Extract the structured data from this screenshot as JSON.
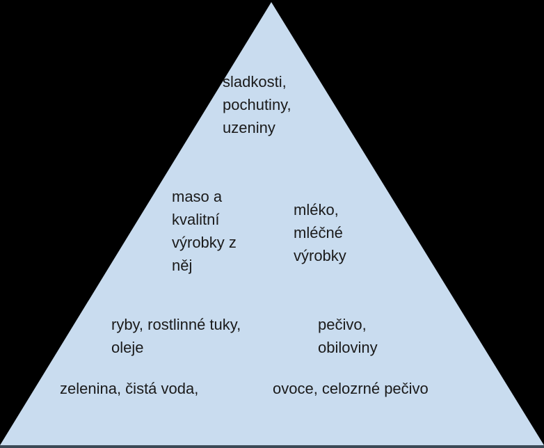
{
  "colors": {
    "background": "#000000",
    "triangle": "#c9dcef",
    "base_line": "#3b4a57",
    "text": "#1a1a1a"
  },
  "labels": {
    "top": "sladkosti,\npochutiny,\nuzeniny",
    "meat": "maso a\nkvalitní\nvýrobky z\nněj",
    "dairy": "mléko,\nmléčné\nvýrobky",
    "fish": "ryby, rostlinné tuky,\noleje",
    "bakery": "pečivo,\nobiloviny",
    "vegetables": "zelenina, čistá voda,",
    "fruit": "ovoce, celozrné pečivo"
  }
}
